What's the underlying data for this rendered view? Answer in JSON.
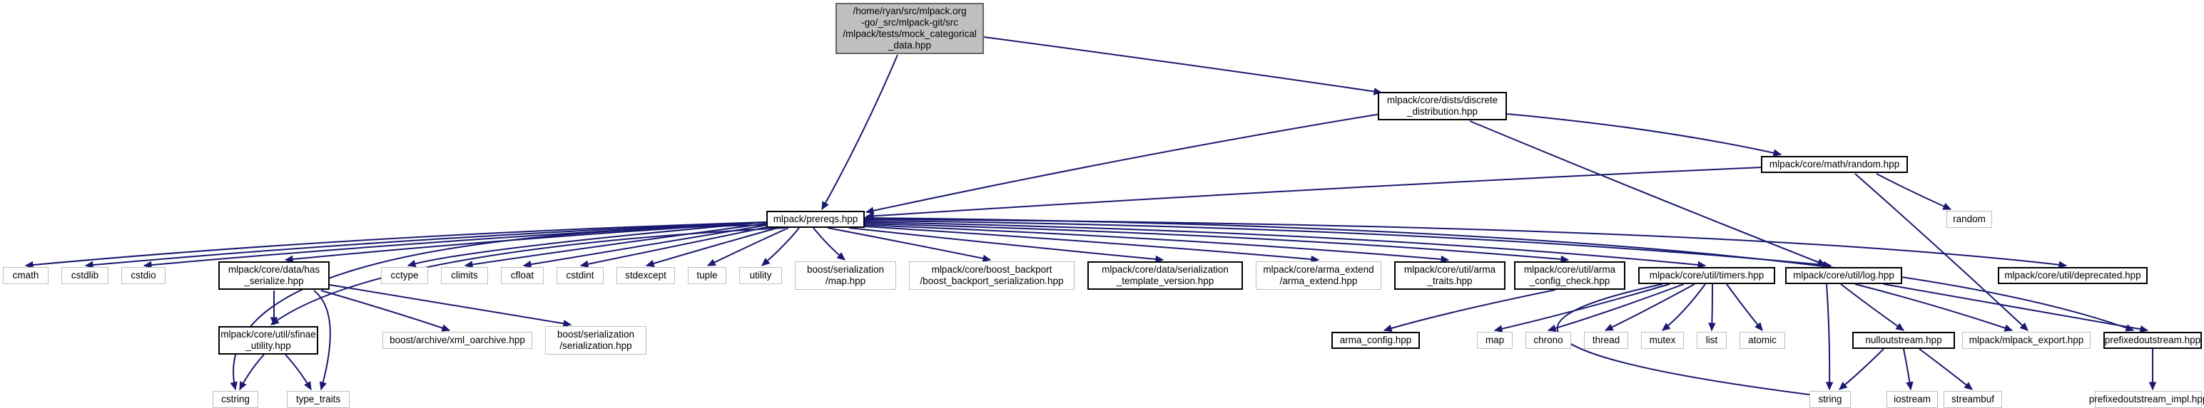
{
  "colors": {
    "edge": "#191970",
    "root_fill": "#bfbfbf",
    "internal_border": "#000000",
    "external_border": "#bfbfbf"
  },
  "nodes": {
    "root": "/home/ryan/src/mlpack.org\n-go/_src/mlpack-git/src\n/mlpack/tests/mock_categorical\n_data.hpp",
    "discrete_distribution": "mlpack/core/dists/discrete\n_distribution.hpp",
    "random": "mlpack/core/math/random.hpp",
    "prereqs": "mlpack/prereqs.hpp",
    "random_std": "random",
    "cmath": "cmath",
    "cstdlib": "cstdlib",
    "cstdio": "cstdio",
    "has_serialize": "mlpack/core/data/has\n_serialize.hpp",
    "cctype": "cctype",
    "climits": "climits",
    "cfloat": "cfloat",
    "cstdint": "cstdint",
    "stdexcept": "stdexcept",
    "tuple": "tuple",
    "utility": "utility",
    "boost_map": "boost/serialization\n/map.hpp",
    "boost_backport": "mlpack/core/boost_backport\n/boost_backport_serialization.hpp",
    "serialization_template": "mlpack/core/data/serialization\n_template_version.hpp",
    "arma_extend": "mlpack/core/arma_extend\n/arma_extend.hpp",
    "arma_traits": "mlpack/core/util/arma\n_traits.hpp",
    "arma_config_check": "mlpack/core/util/arma\n_config_check.hpp",
    "timers": "mlpack/core/util/timers.hpp",
    "log": "mlpack/core/util/log.hpp",
    "deprecated": "mlpack/core/util/deprecated.hpp",
    "sfinae": "mlpack/core/util/sfinae\n_utility.hpp",
    "xml_oarchive": "boost/archive/xml_oarchive.hpp",
    "boost_serialization": "boost/serialization\n/serialization.hpp",
    "cstring": "cstring",
    "type_traits": "type_traits",
    "arma_config": "arma_config.hpp",
    "map": "map",
    "chrono": "chrono",
    "thread": "thread",
    "mutex": "mutex",
    "list": "list",
    "atomic": "atomic",
    "nulloutstream": "nulloutstream.hpp",
    "mlpack_export": "mlpack/mlpack_export.hpp",
    "prefixedoutstream": "prefixedoutstream.hpp",
    "string": "string",
    "iostream": "iostream",
    "streambuf": "streambuf",
    "prefixedoutstream_impl": "prefixedoutstream_impl.hpp"
  }
}
